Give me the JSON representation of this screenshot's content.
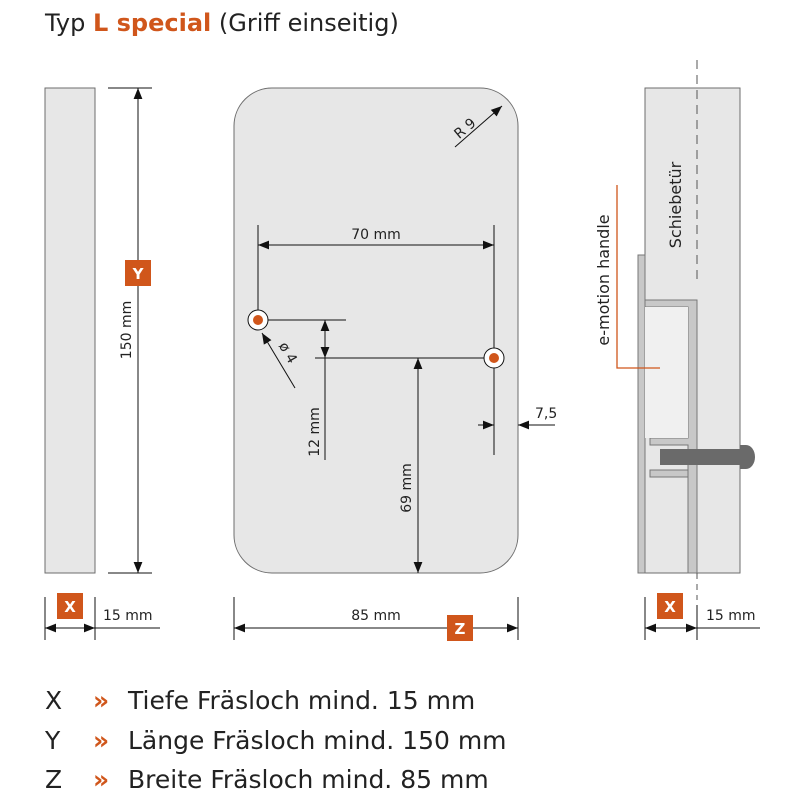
{
  "title": {
    "prefix": "Typ",
    "type_name": "L special",
    "suffix": "(Griff einseitig)"
  },
  "colors": {
    "accent": "#d0561b",
    "fill": "#e7e7e7",
    "stroke": "#6e6e6e",
    "text": "#222222"
  },
  "left_view": {
    "y_badge": "Y",
    "height_label": "150 mm",
    "x_badge": "X",
    "depth_label": "15 mm"
  },
  "front_view": {
    "radius_label": "R 9",
    "hole_spacing_label": "70 mm",
    "hole_diameter_label": "ø 4",
    "vertical_offset_label": "12 mm",
    "bottom_offset_label": "69 mm",
    "edge_offset_label": "7,5",
    "width_label": "85 mm",
    "z_badge": "Z"
  },
  "side_view": {
    "door_label": "Schiebetür",
    "handle_label": "e-motion handle",
    "x_badge": "X",
    "depth_label": "15 mm"
  },
  "legend": [
    {
      "letter": "X",
      "bullet": "»",
      "text": "Tiefe Fräsloch mind. 15 mm"
    },
    {
      "letter": "Y",
      "bullet": "»",
      "text": "Länge Fräsloch mind. 150 mm"
    },
    {
      "letter": "Z",
      "bullet": "»",
      "text": "Breite Fräsloch mind. 85 mm"
    }
  ]
}
